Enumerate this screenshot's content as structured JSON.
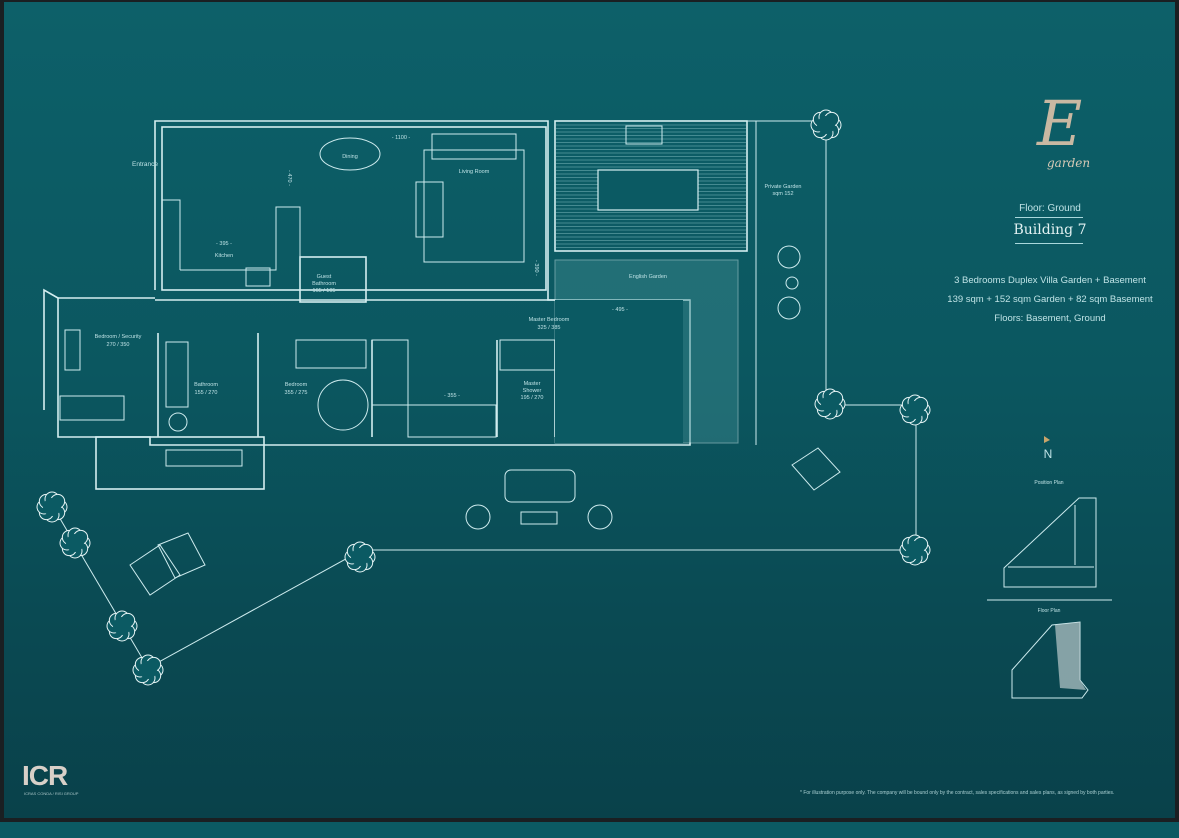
{
  "brand": {
    "logo_letter": "E",
    "logo_word": "garden"
  },
  "info": {
    "floor": "Floor: Ground",
    "building": "Building 7",
    "type": "3 Bedrooms Duplex Villa Garden + Basement",
    "areas": "139 sqm + 152 sqm Garden + 82 sqm Basement",
    "floors": "Floors: Basement, Ground"
  },
  "plan": {
    "entrance": "Entrance",
    "dining": "Dining",
    "dining_dim": "- 1100 -",
    "living": "Living Room",
    "kitchen": "Kitchen",
    "kitchen_dim": "- 395 -",
    "kitchen_vdim": "- 470 -",
    "guest_bath": "Guest",
    "guest_bath2": "Bathroom",
    "guest_bath_dim": "165 / 105",
    "living_vdim": "- 390 -",
    "bedroom_security": "Bedroom / Security",
    "bedroom_security_dim": "270 / 350",
    "bathroom": "Bathroom",
    "bathroom_dim": "155 / 270",
    "bedroom": "Bedroom",
    "bedroom_dim": "355 / 275",
    "hall_dim": "- 355 -",
    "master_bedroom": "Master Bedroom",
    "master_bedroom_dim": "325 / 385",
    "master_dim": "- 495 -",
    "master_shower": "Master",
    "master_shower2": "Shower",
    "master_shower_dim": "195 / 270",
    "english_garden": "English Garden",
    "private_garden": "Private Garden",
    "private_garden_dim": "sqm 152"
  },
  "keyplan": {
    "north": "N",
    "position_plan": "Position Plan",
    "floor_plan": "Floor Plan"
  },
  "footer": {
    "logo": "ICR",
    "logo_sub": "ICRAS CONDA / RISI GROUP",
    "disclaimer": "* For illustration purpose only. The company will be bound only by the contract, sales specifications and sales plans, as signed by both parties."
  }
}
